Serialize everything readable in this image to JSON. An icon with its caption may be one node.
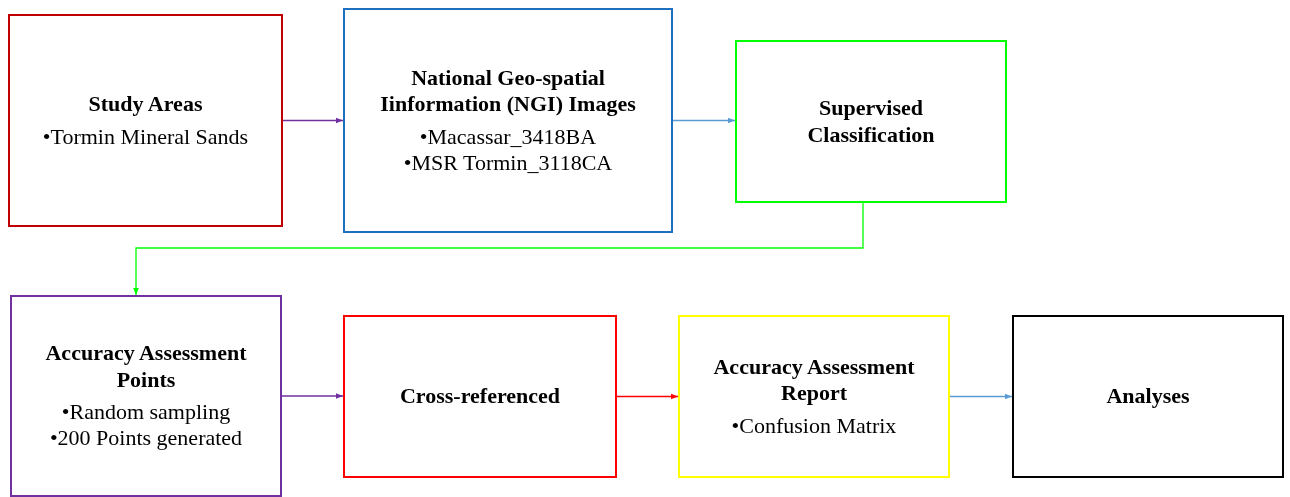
{
  "diagram": {
    "nodes": [
      {
        "text": [
          "Study Areas",
          "•Tormin Mineral Sands"
        ]
      },
      {
        "text": [
          "National Geo-spatial Iinformation (NGI) Images",
          "•Macassar_3418BA",
          "•MSR Tormin_3118CA"
        ]
      },
      {
        "text": [
          "Supervised Classification"
        ]
      },
      {
        "text": [
          "Accuracy Assessment Points",
          "•Random sampling",
          "•200 Points generated"
        ]
      },
      {
        "text": [
          "Cross-referenced"
        ]
      },
      {
        "text": [
          "Accuracy Assessment Report",
          "•Confusion Matrix"
        ]
      },
      {
        "text": [
          "Analyses"
        ]
      }
    ],
    "edges": [
      {
        "from": 0,
        "to": 1,
        "arrow": "to",
        "color": "#7030a0"
      },
      {
        "from": 1,
        "to": 2,
        "arrow": "to",
        "color": "#5b9bd5"
      },
      {
        "from": 2,
        "to": 3,
        "arrow": "to",
        "color": "#00ff00"
      },
      {
        "from": 3,
        "to": 4,
        "arrow": "to",
        "color": "#7030a0"
      },
      {
        "from": 4,
        "to": 5,
        "arrow": "to",
        "color": "#ff0000"
      },
      {
        "from": 5,
        "to": 6,
        "arrow": "to",
        "color": "#5b9bd5"
      }
    ]
  }
}
